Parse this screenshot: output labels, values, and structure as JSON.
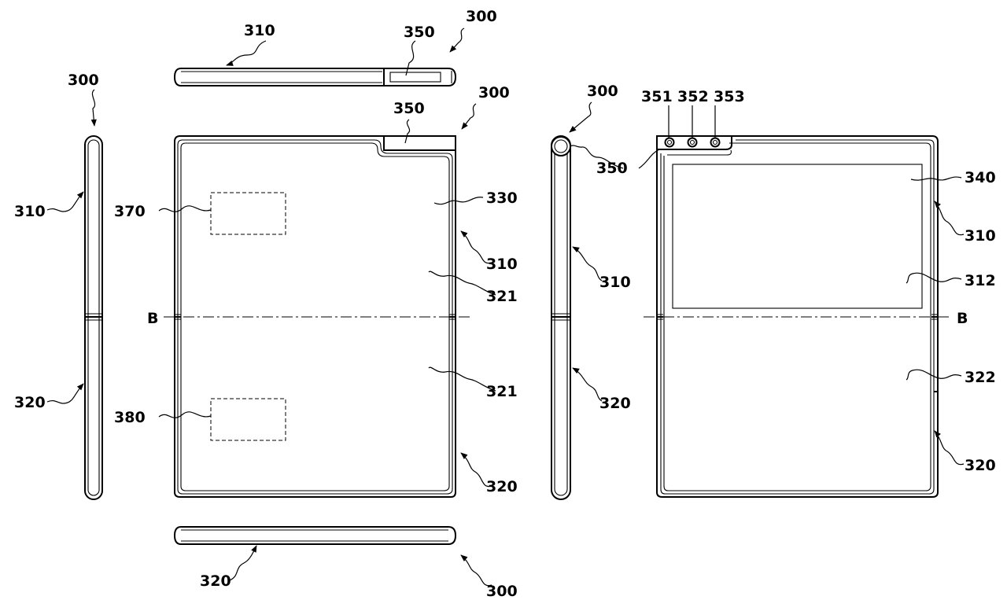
{
  "labels": {
    "device": "300",
    "first_housing": "310",
    "second_housing": "320",
    "hinge": "350",
    "main_display": "330",
    "first_area": "321",
    "second_area": "321",
    "sub_display": "340",
    "rear_first": "312",
    "rear_second": "322",
    "comp_370": "370",
    "comp_380": "380",
    "camera_1": "351",
    "camera_2": "352",
    "camera_3": "353",
    "axis": "B"
  }
}
